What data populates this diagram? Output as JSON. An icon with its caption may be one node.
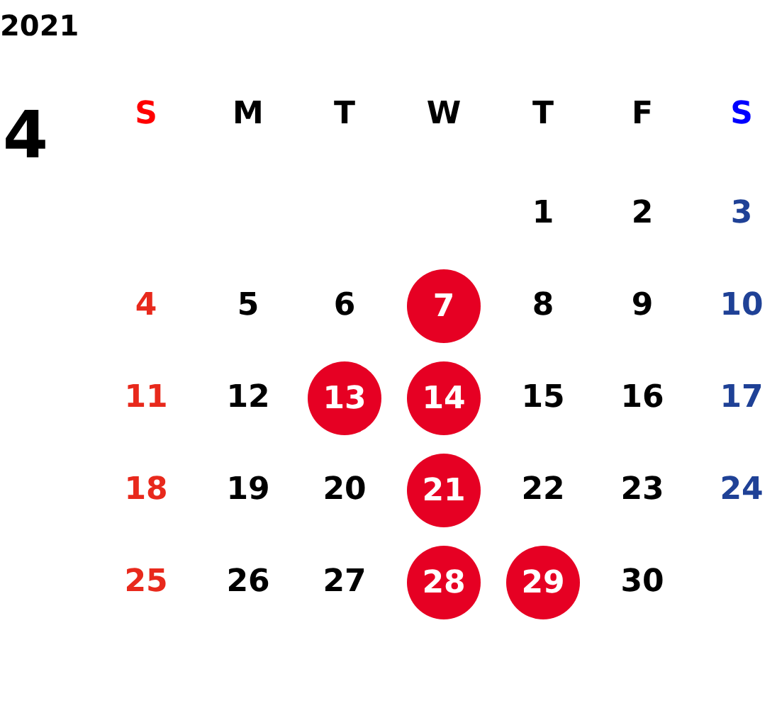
{
  "diagram": {
    "title": "2021",
    "nodes": [
      {
        "text": [
          "7"
        ]
      },
      {
        "text": [
          "13"
        ]
      },
      {
        "text": [
          "14"
        ]
      },
      {
        "text": [
          "21"
        ]
      },
      {
        "text": [
          "28"
        ]
      },
      {
        "text": [
          "29"
        ]
      }
    ],
    "labels": [
      "4",
      "S",
      "M",
      "T",
      "W",
      "T",
      "F",
      "S",
      "1",
      "2",
      "3",
      "4",
      "5",
      "6",
      "8",
      "9",
      "10",
      "11",
      "12",
      "15",
      "16",
      "17",
      "18",
      "19",
      "20",
      "22",
      "23",
      "24",
      "25",
      "26",
      "27",
      "30"
    ]
  }
}
